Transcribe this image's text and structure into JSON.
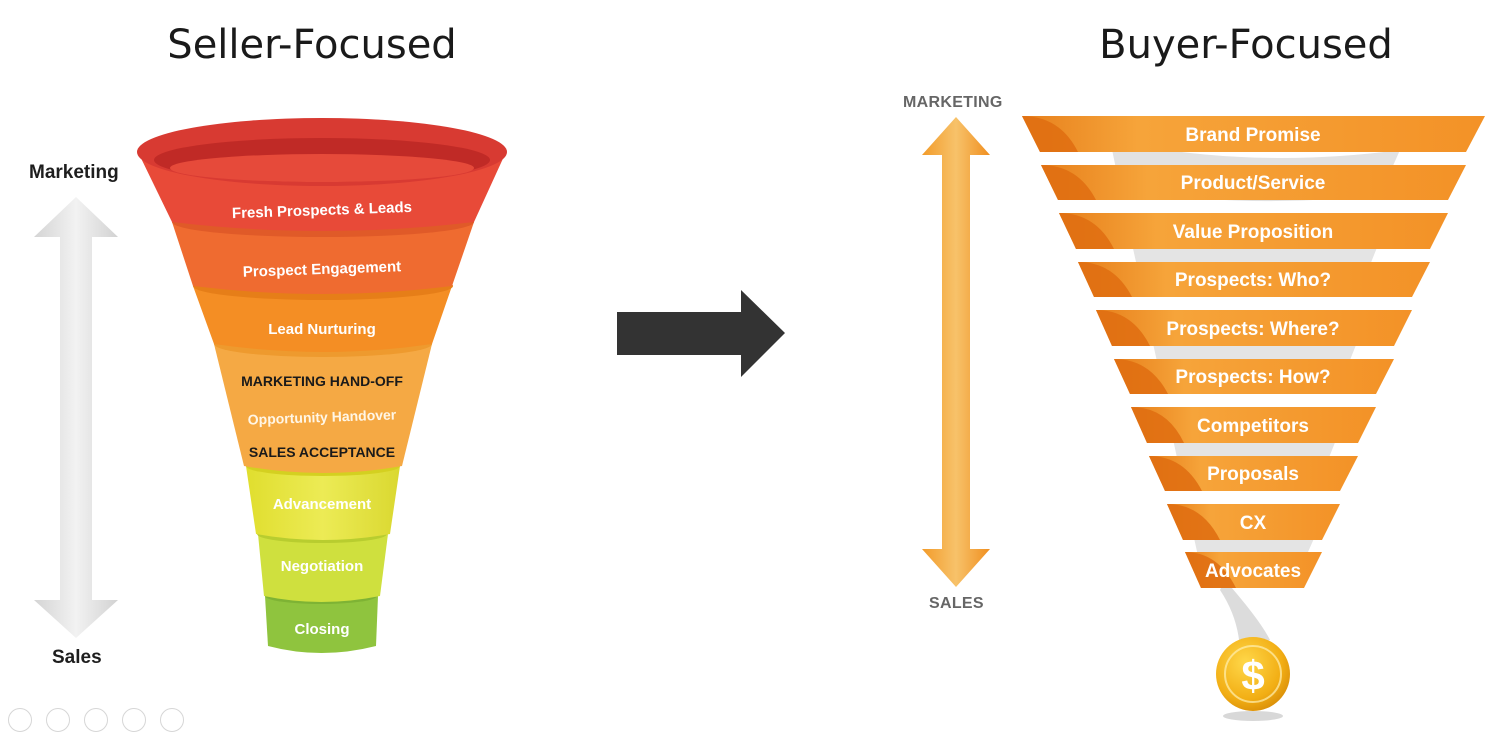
{
  "seller": {
    "title": "Seller-Focused",
    "axis_top": "Marketing",
    "axis_bottom": "Sales",
    "stages": {
      "s1": "Fresh Prospects & Leads",
      "s2": "Prospect Engagement",
      "s3": "Lead Nurturing",
      "s4a": "MARKETING HAND-OFF",
      "s4b": "Opportunity Handover",
      "s4c": "SALES ACCEPTANCE",
      "s5": "Advancement",
      "s6": "Negotiation",
      "s7": "Closing"
    },
    "colors": {
      "rim": "#d83a32",
      "s1": "#e84a38",
      "s2": "#ef6b30",
      "s3": "#f48e24",
      "s4": "#f5a740",
      "s5": "#e5e341",
      "s6": "#c9dd3b",
      "s7": "#8fc43e"
    }
  },
  "buyer": {
    "title": "Buyer-Focused",
    "axis_top": "MARKETING",
    "axis_bottom": "SALES",
    "steps": {
      "b1": "Brand Promise",
      "b2": "Product/Service",
      "b3": "Value Proposition",
      "b4": "Prospects: Who?",
      "b5": "Prospects: Where?",
      "b6": "Prospects: How?",
      "b7": "Competitors",
      "b8": "Proposals",
      "b9": "CX",
      "b10": "Advocates"
    },
    "coin_symbol": "$",
    "colors": {
      "band": "#f39a2a",
      "band_dark": "#e57a18",
      "coin": "#f3b21a"
    }
  },
  "transition_arrow_icon": "right-arrow-icon"
}
